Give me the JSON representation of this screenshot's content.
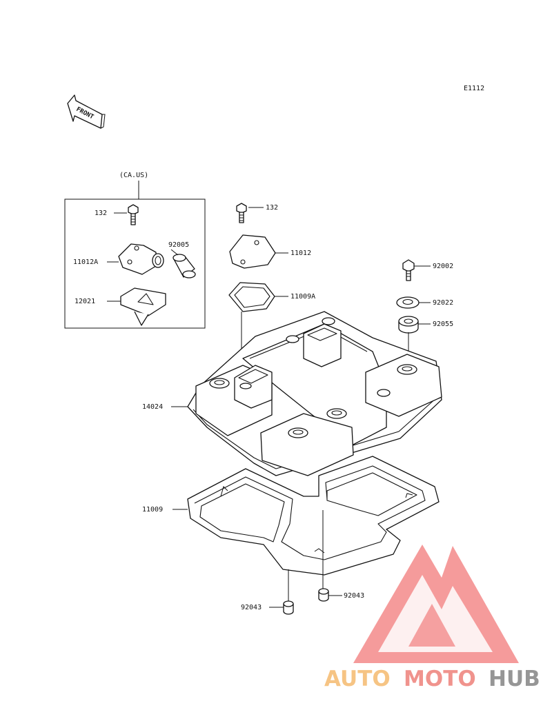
{
  "diagram_code": "E1112",
  "front_label": "FRONT",
  "box_caption": "(CA.US)",
  "labels": {
    "bolt_132_box": "132",
    "cover_11012A": "11012A",
    "cap_92005": "92005",
    "part_12021": "12021",
    "bolt_132": "132",
    "cover_11012": "11012",
    "gasket_11009A": "11009A",
    "bolt_92002": "92002",
    "washer_92022": "92022",
    "grommet_92055": "92055",
    "head_cover_14024": "14024",
    "gasket_11009": "11009",
    "dowel_92043_left": "92043",
    "dowel_92043_right": "92043"
  },
  "watermark": {
    "part1": "AUTO",
    "part2": "MOTO",
    "part3": "HUB",
    "colors": {
      "auto": "#f6c07a",
      "moto": "#ef8a84",
      "hub": "#8e8e8e",
      "logo": "#f06a6a"
    }
  }
}
